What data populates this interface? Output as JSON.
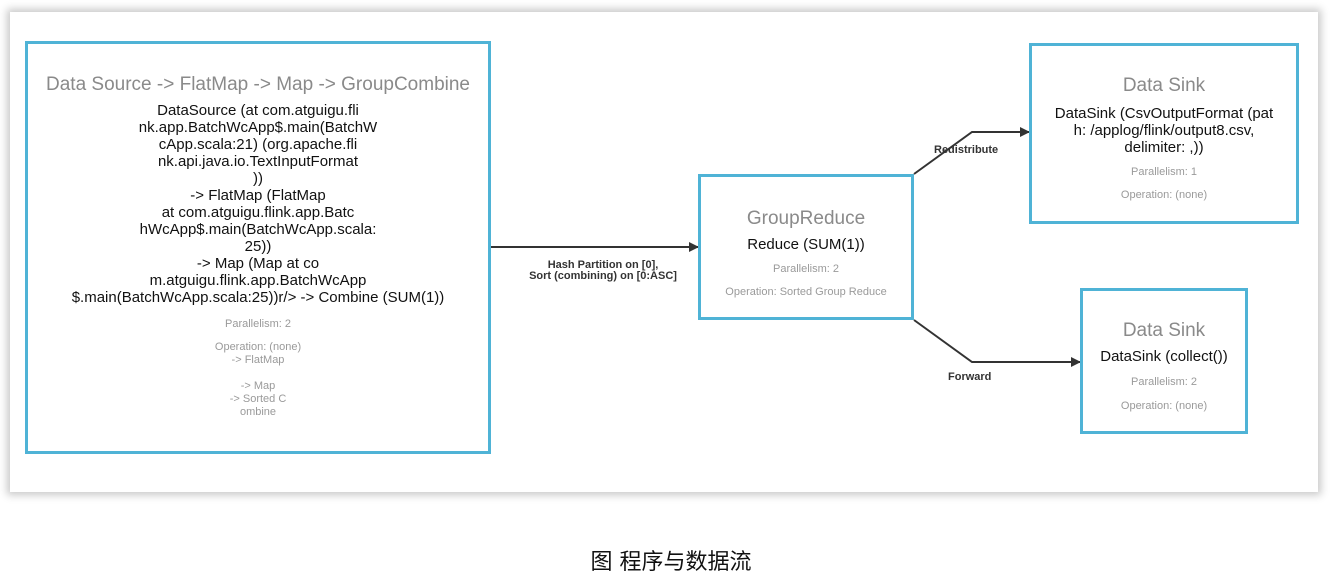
{
  "nodes": {
    "source": {
      "title": "Data Source -> FlatMap -> Map -> GroupCombine",
      "description": "DataSource (at com.atguigu.fli\nnk.app.BatchWcApp$.main(BatchW\ncApp.scala:21) (org.apache.fli\nnk.api.java.io.TextInputFormat\n))\n-> FlatMap (FlatMap\nat com.atguigu.flink.app.Batc\nhWcApp$.main(BatchWcApp.scala:\n25))\n-> Map (Map at co\nm.atguigu.flink.app.BatchWcApp\n$.main(BatchWcApp.scala:25))r/> -> Combine (SUM(1))",
      "parallelism": "Parallelism: 2",
      "operation": "Operation: (none)\n-> FlatMap\n\n-> Map\n-> Sorted C\nombine"
    },
    "groupreduce": {
      "title": "GroupReduce",
      "description": "Reduce (SUM(1))",
      "parallelism": "Parallelism: 2",
      "operation": "Operation: Sorted Group Reduce"
    },
    "sink_csv": {
      "title": "Data Sink",
      "description": "DataSink (CsvOutputFormat (pat\nh: /applog/flink/output8.csv,\ndelimiter: ,))",
      "parallelism": "Parallelism: 1",
      "operation": "Operation: (none)"
    },
    "sink_collect": {
      "title": "Data Sink",
      "description": "DataSink (collect())",
      "parallelism": "Parallelism: 2",
      "operation": "Operation: (none)"
    }
  },
  "edges": {
    "hash_partition": "Hash Partition on [0],\nSort (combining) on [0:ASC]",
    "redistribute": "Redistribute",
    "forward": "Forward"
  },
  "caption": "图  程序与数据流",
  "colors": {
    "node_border": "#4fb3d6",
    "edge": "#333333"
  }
}
